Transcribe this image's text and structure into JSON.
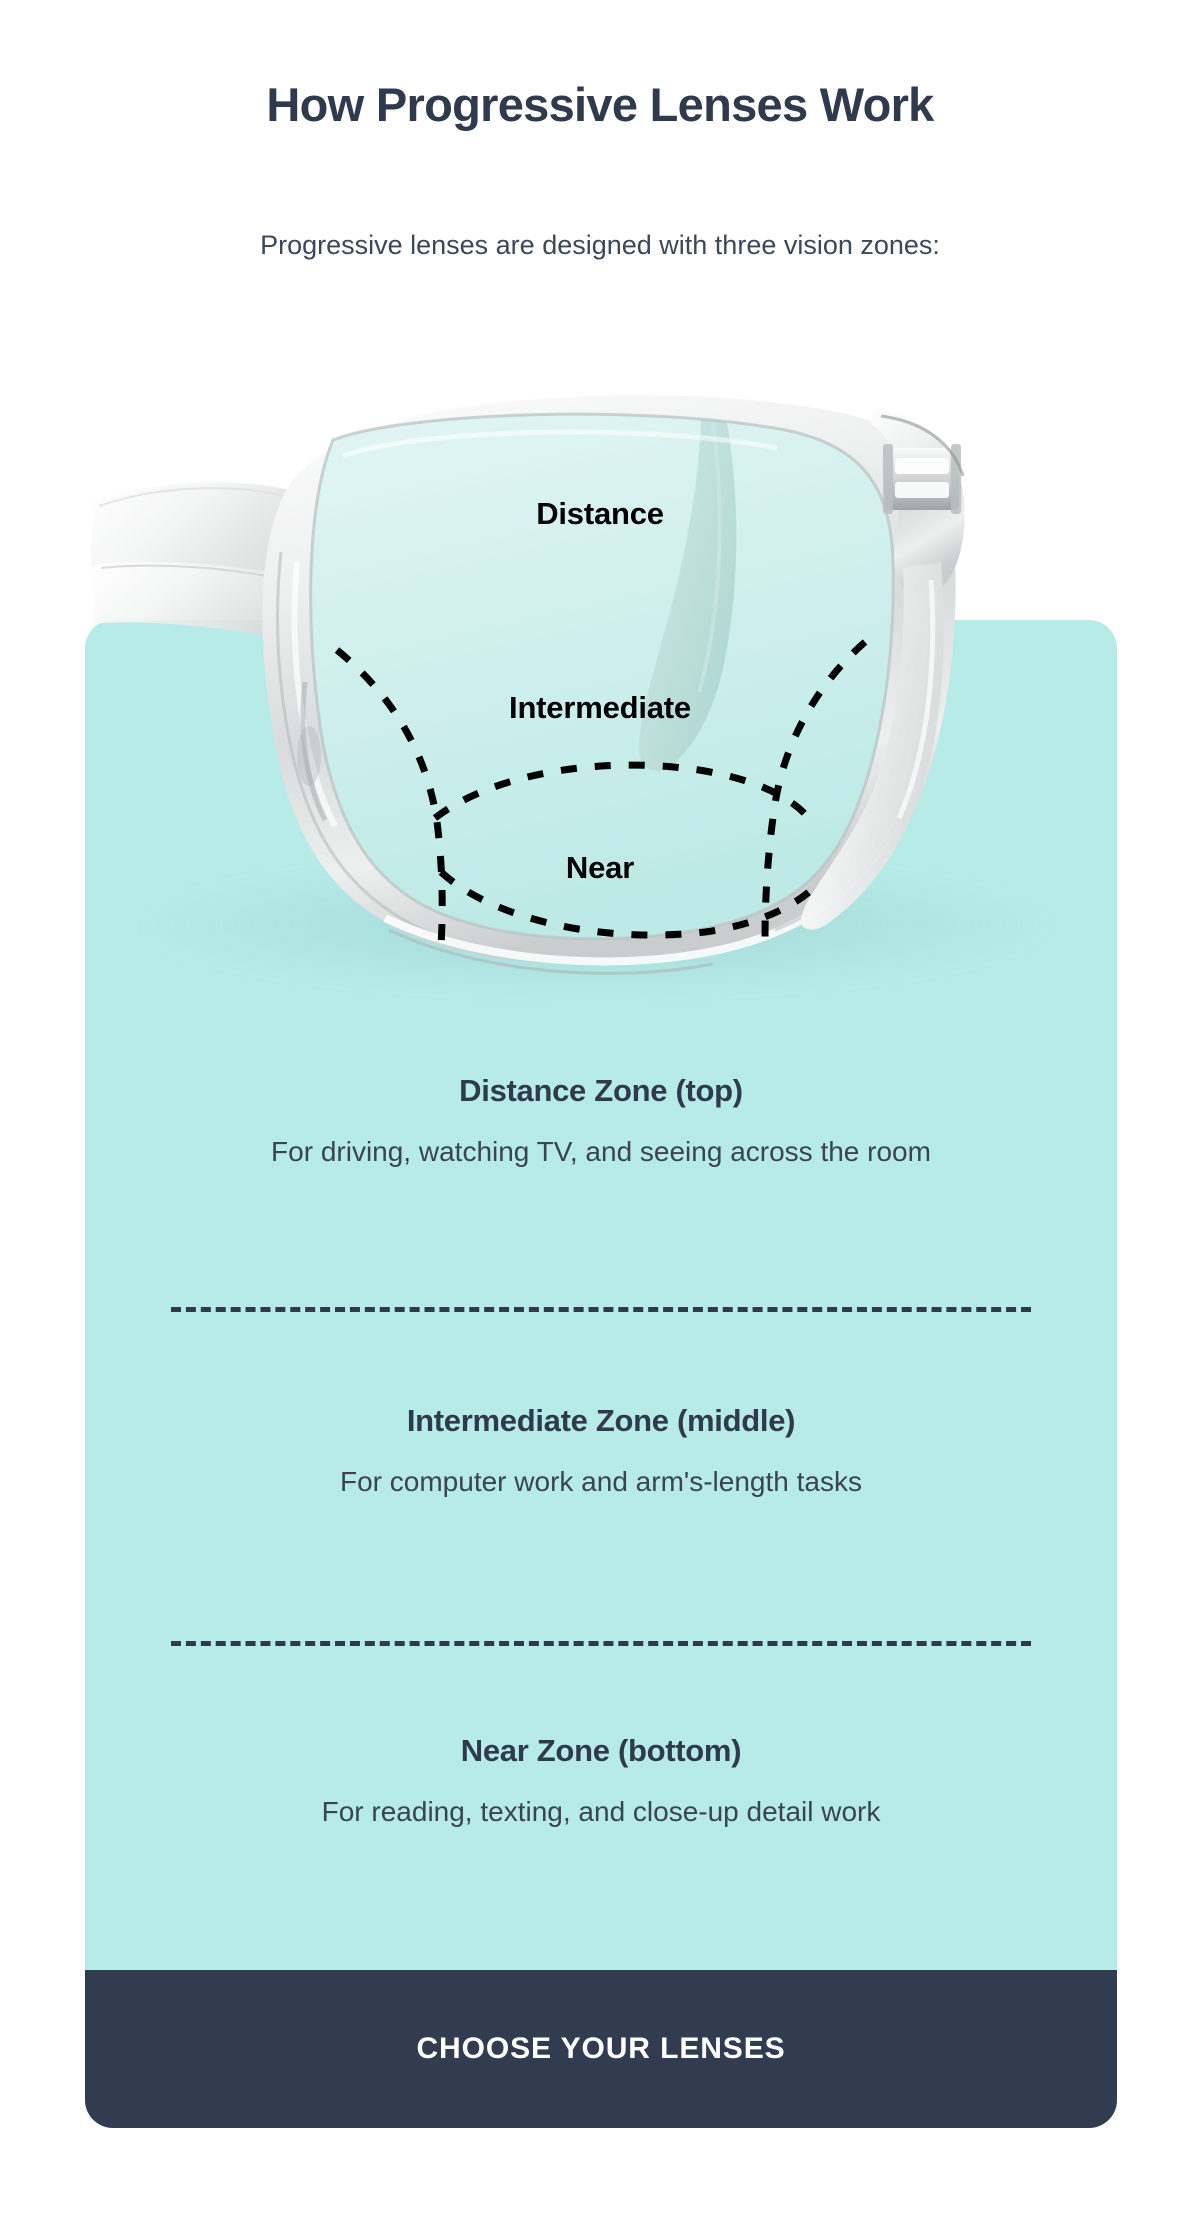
{
  "header": {
    "title": "How Progressive Lenses Work",
    "subtitle": "Progressive lenses are designed with three vision zones:"
  },
  "colors": {
    "page_background": "#ffffff",
    "card_background": "#b6ebe8",
    "heading_text": "#2f3a4d",
    "body_text": "#3a4455",
    "cta_background": "#323c50",
    "cta_text": "#ffffff",
    "lens_tint": "#d6f2f0",
    "lens_label_text": "#000000",
    "divider": "#2f3a4d"
  },
  "diagram": {
    "alt": "eyeglasses-with-progressive-lens-zones",
    "labels": {
      "distance": "Distance",
      "intermediate": "Intermediate",
      "near": "Near"
    }
  },
  "zones": [
    {
      "heading": "Distance Zone (top)",
      "description": "For driving, watching TV, and seeing\nacross the room"
    },
    {
      "heading": "Intermediate Zone (middle)",
      "description": "For computer work and\narm's-length tasks"
    },
    {
      "heading": "Near Zone (bottom)",
      "description": "For reading, texting, and close-up\ndetail work"
    }
  ],
  "cta": {
    "label": "CHOOSE YOUR LENSES"
  }
}
